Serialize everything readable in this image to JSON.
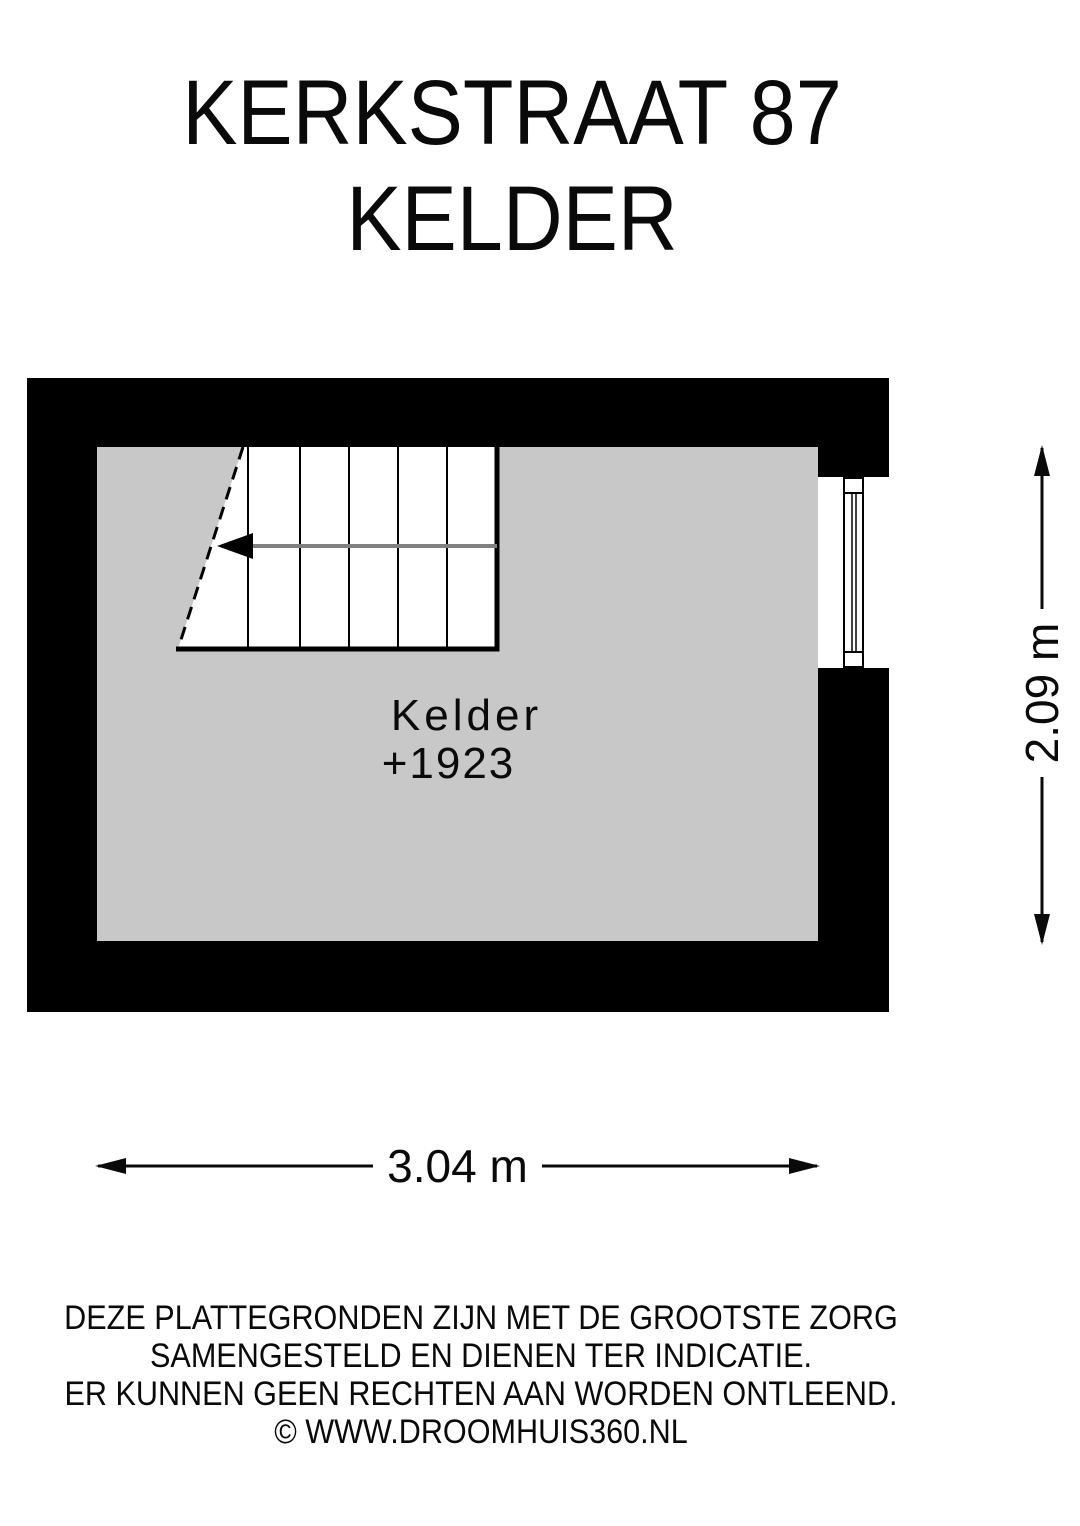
{
  "title": {
    "line1": "KERKSTRAAT 87",
    "line2": "KELDER"
  },
  "plan": {
    "room": {
      "name": "Kelder",
      "level": "+1923"
    },
    "dimensions": {
      "width": "3.04 m",
      "height": "2.09 m"
    }
  },
  "footer": {
    "lines": [
      "DEZE PLATTEGRONDEN ZIJN MET DE GROOTSTE ZORG",
      "SAMENGESTELD EN DIENEN TER INDICATIE.",
      "ER KUNNEN GEEN RECHTEN AAN WORDEN ONTLEEND.",
      "© WWW.DROOMHUIS360.NL"
    ]
  },
  "colors": {
    "wall": "#000000",
    "floor": "#c8c8c8",
    "stair_center_line": "#808080",
    "line": "#0a0a0a"
  }
}
